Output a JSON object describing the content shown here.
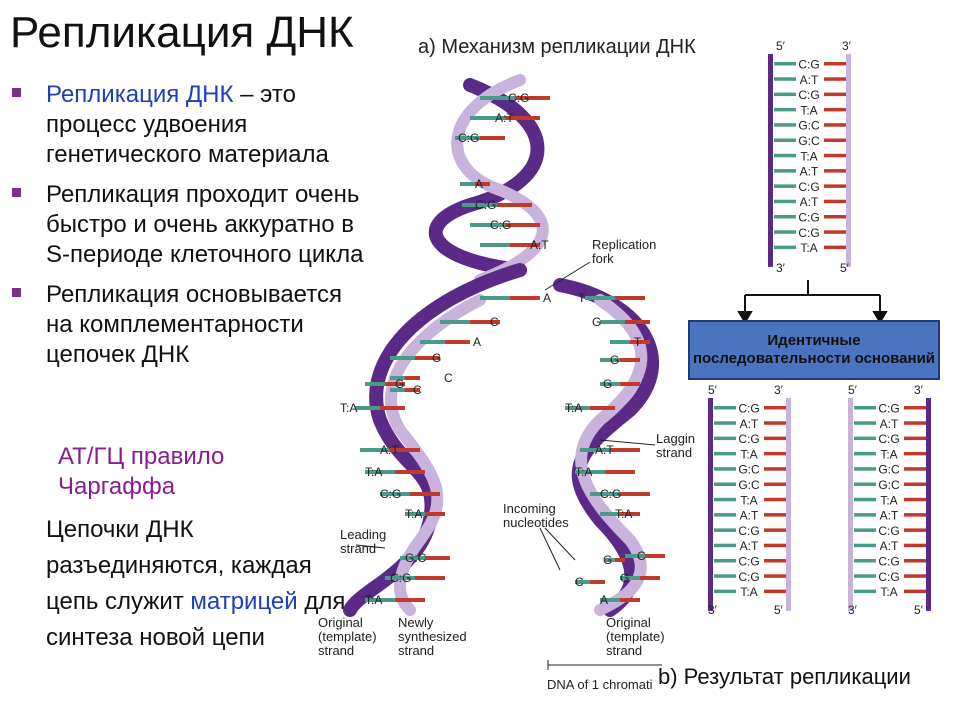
{
  "slide": {
    "title": "Репликация ДНК",
    "bullets": [
      {
        "lead": "Репликация ДНК",
        "rest": " – это процесс удвоения генетического материала"
      },
      {
        "lead": "",
        "rest": "Репликация проходит очень быстро и очень аккуратно в S-периоде клеточного цикла"
      },
      {
        "lead": "",
        "rest": "Репликация основывается на комплементарности цепочек ДНК"
      }
    ],
    "rule_line1": "АТ/ГЦ правило",
    "rule_line2": "Чаргаффа",
    "extra_1": "Цепочки ДНК разъединяются, каждая цепь служит ",
    "extra_highlight": "матрицей",
    "extra_2": " для синтеза новой цепи"
  },
  "figure": {
    "caption_a": "a) Механизм репликации ДНК",
    "caption_b": "b) Результат репликации",
    "identical_box": "Идентичные последовательности оснований",
    "labels": {
      "replication_fork": "Replication fork",
      "lagging_strand": "Laggin strand",
      "leading_strand": "Leading strand",
      "incoming": "Incoming nucleotides",
      "original_left": "Original (template) strand",
      "newly": "Newly synthesized strand",
      "original_right": "Original (template) strand",
      "dna_of_chromatid": "DNA of 1 chromati"
    },
    "top_ladder": {
      "five_prime": "5′",
      "three_prime": "3′",
      "pairs": [
        "C:G",
        "A:T",
        "C:G",
        "T:A",
        "G:C",
        "G:C",
        "T:A",
        "A:T",
        "C:G",
        "A:T",
        "C:G",
        "C:G",
        "T:A"
      ]
    },
    "bottom_left_pairs": [
      "C:G",
      "A:T",
      "C:G",
      "T:A",
      "G:C",
      "G:C",
      "T:A",
      "A:T",
      "C:G",
      "A:T",
      "C:G",
      "C:G",
      "T:A"
    ],
    "bottom_right_pairs": [
      "C:G",
      "A:T",
      "C:G",
      "T:A",
      "G:C",
      "G:C",
      "T:A",
      "A:T",
      "C:G",
      "A:T",
      "C:G",
      "C:G",
      "T:A"
    ],
    "colors": {
      "strand_dark": "#5b2a86",
      "strand_light": "#c9b3dc",
      "base_red": "#c0392b",
      "base_green": "#4a9a8a",
      "box_blue": "#4b74c0"
    },
    "helix_pairs_top": [
      "C:G",
      "A:T",
      "C:G",
      "A",
      "C:G",
      "C:G",
      "A:T"
    ],
    "fork_left_bases": [
      "A",
      "C",
      "A",
      "G",
      "C",
      "G",
      "C"
    ],
    "fork_right_bases": [
      "T",
      "G",
      "T",
      "G",
      "G"
    ],
    "lower_left_pairs": [
      "T:A",
      "A:T",
      "T:A",
      "C:G",
      "T:A",
      "G:C",
      "C:G",
      "T:A"
    ],
    "lower_right_pairs": [
      "T:A",
      "A:T",
      "T:A",
      "C:G",
      "T:A"
    ],
    "incoming_bases": [
      "G",
      "C",
      "C",
      "G",
      "A"
    ]
  }
}
